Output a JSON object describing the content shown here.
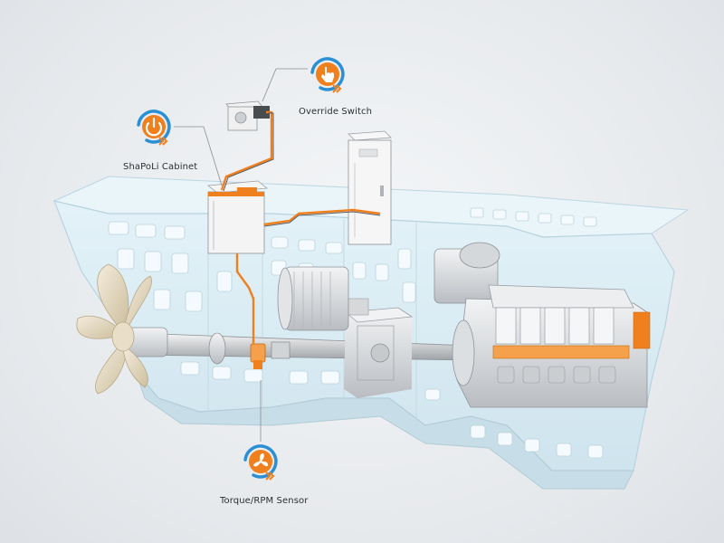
{
  "callouts": {
    "override_switch": {
      "label": "Override Switch",
      "icon": "hand-pointer-icon"
    },
    "shapoli_cabinet": {
      "label": "ShaPoLi Cabinet",
      "icon": "power-icon"
    },
    "torque_sensor": {
      "label": "Torque/RPM Sensor",
      "icon": "fan-icon"
    }
  },
  "colors": {
    "accent_orange": "#f07f1e",
    "accent_blue": "#2b8fd6",
    "hull": "#d9ecf3",
    "hull_edge": "#b8d3de",
    "machinery": "#e4e6e8"
  }
}
